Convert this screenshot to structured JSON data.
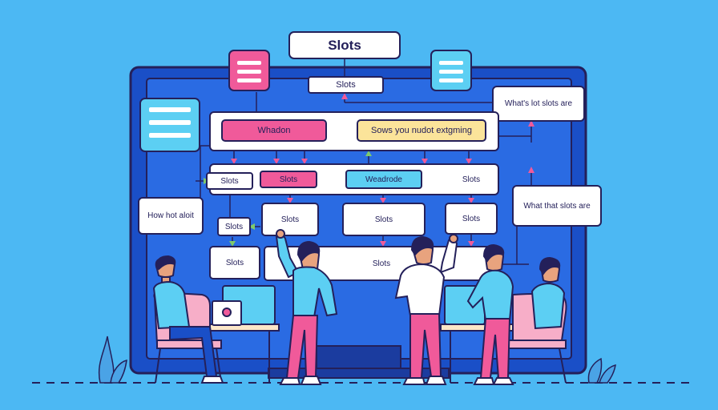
{
  "labels": {
    "top_title": "Slots",
    "sub_title": "Slots",
    "pink_bar": "Whadon",
    "yellow_bar": "Sows you nudot extgming",
    "callout_right_top": "What's lot slots are",
    "callout_right_mid": "What that slots are",
    "callout_left": "How hot aloit",
    "row1_left": "Slots",
    "row1_pink": "Slots",
    "row1_blue": "Weadrode",
    "row1_right": "Slots",
    "row2_a": "Slots",
    "row2_b": "Slots",
    "row2_c": "Slots",
    "row2_d": "Slots",
    "row3_a": "Slots",
    "row3_b": "Slots"
  },
  "colors": {
    "background": "#4cb8f3",
    "board": "#1e5fd6",
    "pink": "#f05a9a",
    "yellow": "#fbe49a",
    "cyan": "#5ccff3",
    "green": "#7fc96b",
    "outline": "#24205a"
  }
}
